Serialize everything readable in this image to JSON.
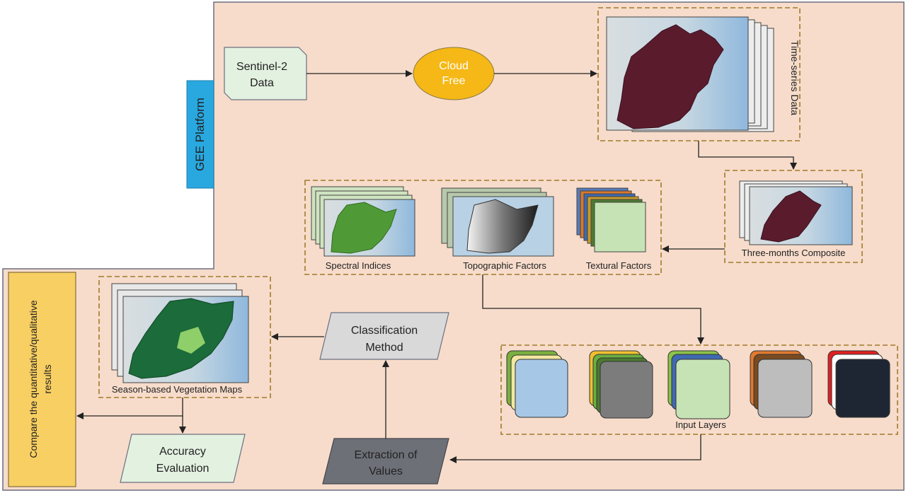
{
  "platform": {
    "label": "GEE Platform",
    "color": "#29a8e0"
  },
  "colors": {
    "background": "#f7dccb",
    "border": "#6b6f80",
    "dashed": "#a07a2a",
    "compare": "#f8cf62"
  },
  "nodes": {
    "sentinel": {
      "line1": "Sentinel-2",
      "line2": "Data"
    },
    "cloud": {
      "line1": "Cloud",
      "line2": "Free"
    },
    "timeseries": {
      "label": "Time-series Data"
    },
    "composite": {
      "label": "Three-months Composite"
    },
    "spectral": {
      "label": "Spectral Indices"
    },
    "topographic": {
      "label": "Topographic Factors"
    },
    "textural": {
      "label": "Textural Factors"
    },
    "input_layers": {
      "label": "Input Layers"
    },
    "extraction": {
      "line1": "Extraction of",
      "line2": "Values"
    },
    "classification": {
      "line1": "Classification",
      "line2": "Method"
    },
    "veg_maps": {
      "label": "Season-based Vegetation Maps"
    },
    "accuracy": {
      "line1": "Accuracy",
      "line2": "Evaluation"
    },
    "compare": {
      "line1": "Compare the quantitative/qualitative",
      "line2": "results"
    }
  }
}
